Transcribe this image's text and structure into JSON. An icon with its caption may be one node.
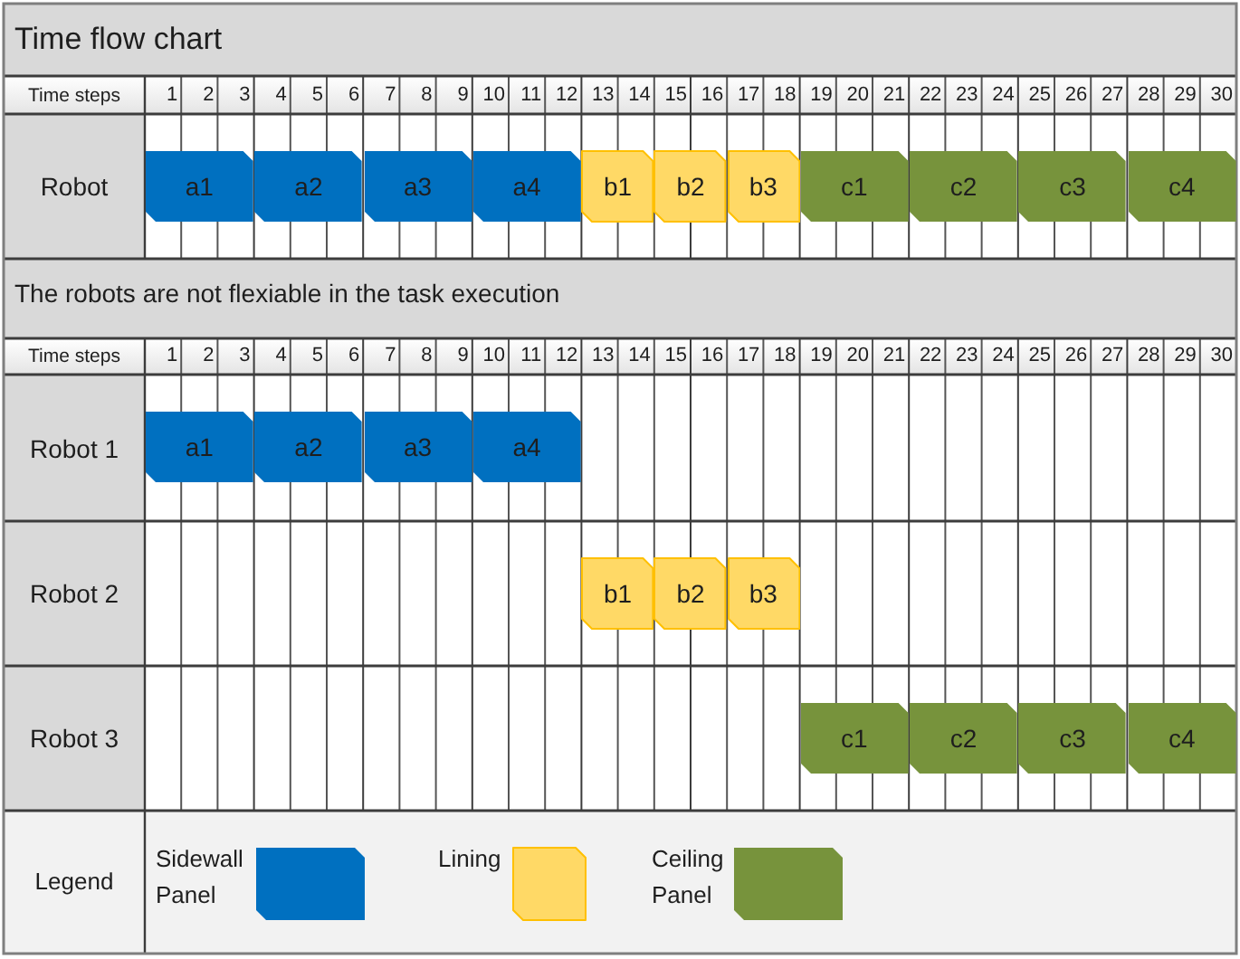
{
  "diagram": {
    "title": "Time flow chart",
    "nodes": [
      {
        "text": [
          "a1"
        ]
      },
      {
        "text": [
          "a2"
        ]
      },
      {
        "text": [
          "a3"
        ]
      },
      {
        "text": [
          "a4"
        ]
      },
      {
        "text": [
          "b1"
        ]
      },
      {
        "text": [
          "b2"
        ]
      },
      {
        "text": [
          "b3"
        ]
      },
      {
        "text": [
          "c1"
        ]
      },
      {
        "text": [
          "c2"
        ]
      },
      {
        "text": [
          "c3"
        ]
      },
      {
        "text": [
          "c4"
        ]
      },
      {
        "text": [
          "a1"
        ]
      },
      {
        "text": [
          "a2"
        ]
      },
      {
        "text": [
          "a3"
        ]
      },
      {
        "text": [
          "a4"
        ]
      },
      {
        "text": [
          "b1"
        ]
      },
      {
        "text": [
          "b2"
        ]
      },
      {
        "text": [
          "b3"
        ]
      },
      {
        "text": [
          "c1"
        ]
      },
      {
        "text": [
          "c2"
        ]
      },
      {
        "text": [
          "c3"
        ]
      },
      {
        "text": [
          "c4"
        ]
      }
    ],
    "labels": [
      "Time steps",
      "1",
      "2",
      "3",
      "4",
      "5",
      "6",
      "7",
      "8",
      "9",
      "10",
      "11",
      "12",
      "13",
      "14",
      "15",
      "16",
      "17",
      "18",
      "19",
      "20",
      "21",
      "22",
      "23",
      "24",
      "25",
      "26",
      "27",
      "28",
      "29",
      "30",
      "Robot",
      "The robots are not flexiable in the task execution",
      "Time steps",
      "1",
      "2",
      "3",
      "4",
      "5",
      "6",
      "7",
      "8",
      "9",
      "10",
      "11",
      "12",
      "13",
      "14",
      "15",
      "16",
      "17",
      "18",
      "19",
      "20",
      "21",
      "22",
      "23",
      "24",
      "25",
      "26",
      "27",
      "28",
      "29",
      "30",
      "Robot 1",
      "Robot 2",
      "Robot 3",
      "Legend"
    ],
    "legend": [
      {
        "text": "Sidewall Panel",
        "color": "#0070c0"
      },
      {
        "text": "Lining",
        "color": "#ffd966"
      },
      {
        "text": "Ceiling Panel",
        "color": "#77933c"
      }
    ]
  }
}
